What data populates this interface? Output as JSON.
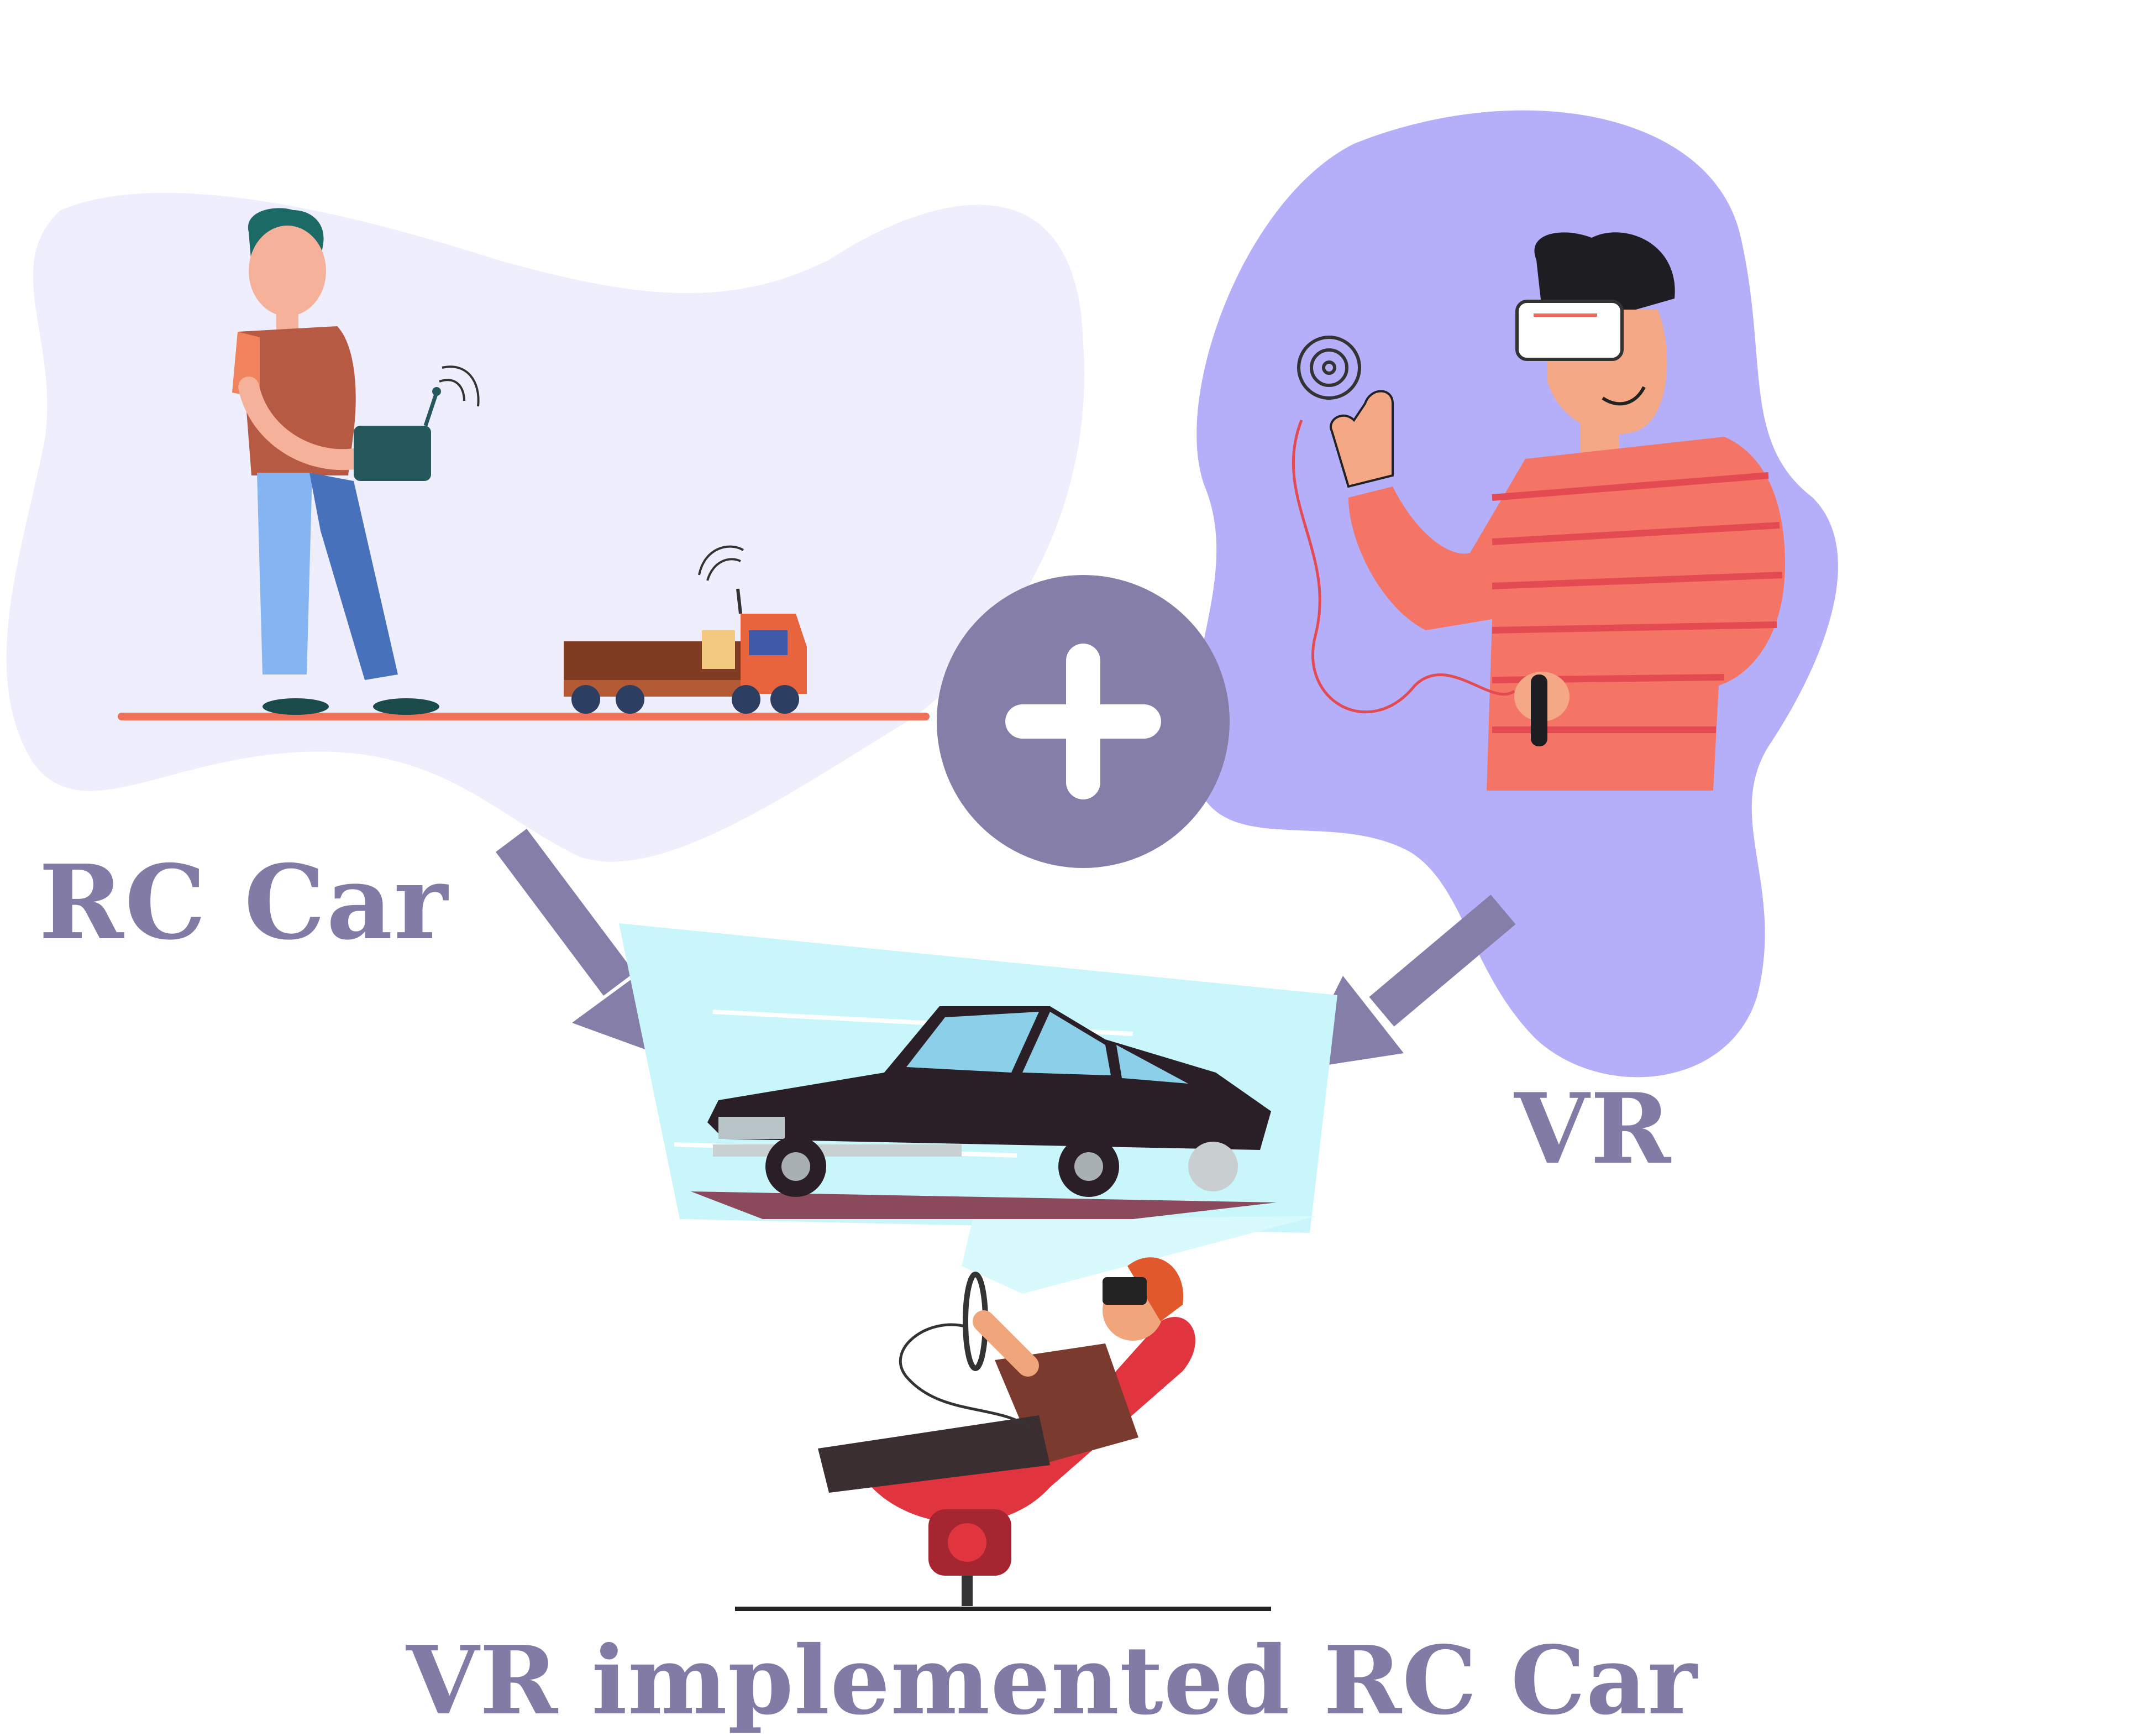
{
  "labels": {
    "rc_car": "RC Car",
    "vr": "VR",
    "combined": "VR implemented RC Car"
  },
  "icons": {
    "plus": "plus-icon",
    "arrow_left": "arrow-down-right-icon",
    "arrow_right": "arrow-down-left-icon"
  },
  "colors": {
    "label_text": "#827ba6",
    "plus_circle": "#857ea8",
    "arrow": "#857ea8",
    "rc_blob": "#efeefd",
    "vr_blob": "#b4aff8",
    "ground_line": "#f07058",
    "speed_panel": "#c8f6fb"
  }
}
